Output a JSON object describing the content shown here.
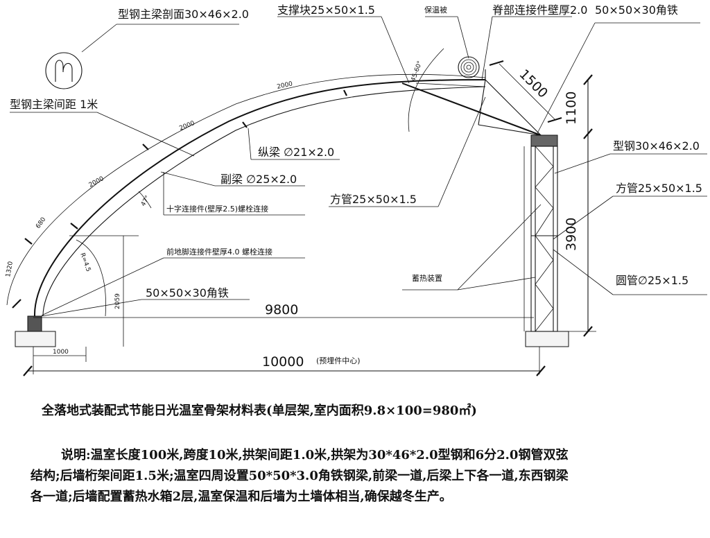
{
  "labels": {
    "main_beam_section": "型钢主梁剖面30×46×2.0",
    "support": "支撑块25×50×1.5",
    "insulation": "保温被",
    "ridge_connector": "脊部连接件壁厚2.0",
    "angle_top": "50×50×30角铁",
    "main_beam_spacing": "型钢主梁间距 1米",
    "longitudinal": "纵梁 ∅21×2.0",
    "aux_beam": "副梁 ∅25×2.0",
    "square_tube_roof": "方管25×50×1.5",
    "cross_connector": "十字连接件(壁厚2.5)螺栓连接",
    "front_foot": "前地脚连接件壁厚4.0  螺栓连接",
    "angle_front": "50×50×30角铁",
    "heat_storage": "蓄热装置",
    "wall_steel": "型钢30×46×2.0",
    "wall_square": "方管25×50×1.5",
    "wall_round": "圆管∅25×1.5"
  },
  "dimensions": {
    "d1500": "1500",
    "d1100": "1100",
    "d3900": "3900",
    "d9800": "9800",
    "d10000": "10000",
    "d10000_note": "(预埋件中心)",
    "d1000": "1000",
    "d2000a": "2000",
    "d2000b": "2000",
    "d2000c": "2000",
    "d680": "680",
    "d1320": "1320",
    "d2059": "2059",
    "angle_ridge": "45-60°",
    "angle_47": "47°",
    "radius": "R=4.5"
  },
  "title": "全落地式装配式节能日光温室骨架材料表(单层架,室内面积9.8×100=980㎡)",
  "description": "说明:温室长度100米,跨度10米,拱架间距1.0米,拱架为30*46*2.0型钢和6分2.0钢管双弦结构;后墙桁架间距1.5米;温室四周设置50*50*3.0角铁钢梁,前梁一道,后梁上下各一道,东西钢梁各一道;后墙配置蓄热水箱2层,温室保温和后墙为土墙体相当,确保越冬生产。"
}
